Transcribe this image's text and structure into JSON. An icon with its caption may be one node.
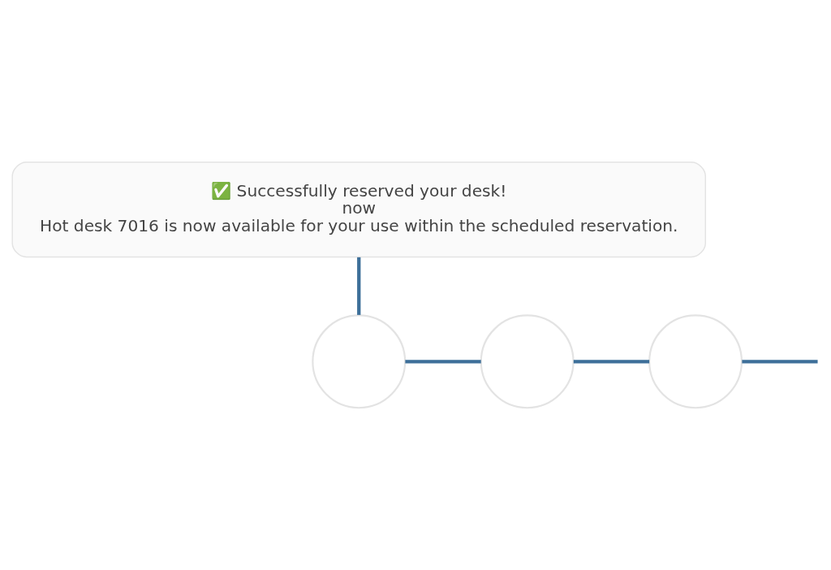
{
  "diagram": {
    "nodes": [
      {
        "text": [
          "✅ Successfully reserved your desk!",
          "now",
          "Hot desk 7016 is now available for your use within the scheduled reservation."
        ]
      },
      {
        "text": [],
        "shape": "circle"
      },
      {
        "text": [],
        "shape": "circle"
      },
      {
        "text": [],
        "shape": "circle"
      }
    ],
    "edges": [
      {
        "from": 0,
        "to": 1,
        "arrow": "none"
      },
      {
        "from": 1,
        "to": 2,
        "arrow": "none"
      },
      {
        "from": 2,
        "to": 3,
        "arrow": "none"
      },
      {
        "from": 3,
        "to": null,
        "arrow": "none"
      }
    ]
  }
}
